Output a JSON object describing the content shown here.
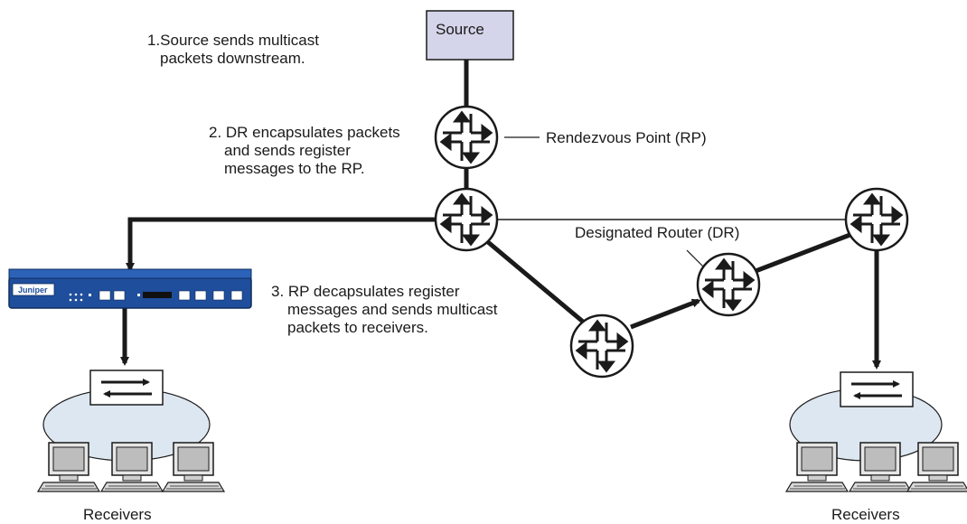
{
  "source_label": "Source",
  "steps": [
    {
      "lines": [
        "1.Source sends multicast",
        "packets downstream."
      ]
    },
    {
      "lines": [
        "2. DR encapsulates packets",
        "and sends register",
        "messages to the RP."
      ]
    },
    {
      "lines": [
        "3. RP decapsulates register",
        "messages and sends multicast",
        "packets to receivers."
      ]
    }
  ],
  "labels": {
    "rp": "Rendezvous Point (RP)",
    "dr": "Designated Router (DR)",
    "receivers_left": "Receivers",
    "receivers_right": "Receivers",
    "firewall_brand": "Juniper"
  },
  "colors": {
    "source_fill": "#d4d4ea",
    "firewall_blue": "#1f4e9c",
    "cloud_fill": "#dde7f1",
    "line": "#1a1a1a"
  }
}
